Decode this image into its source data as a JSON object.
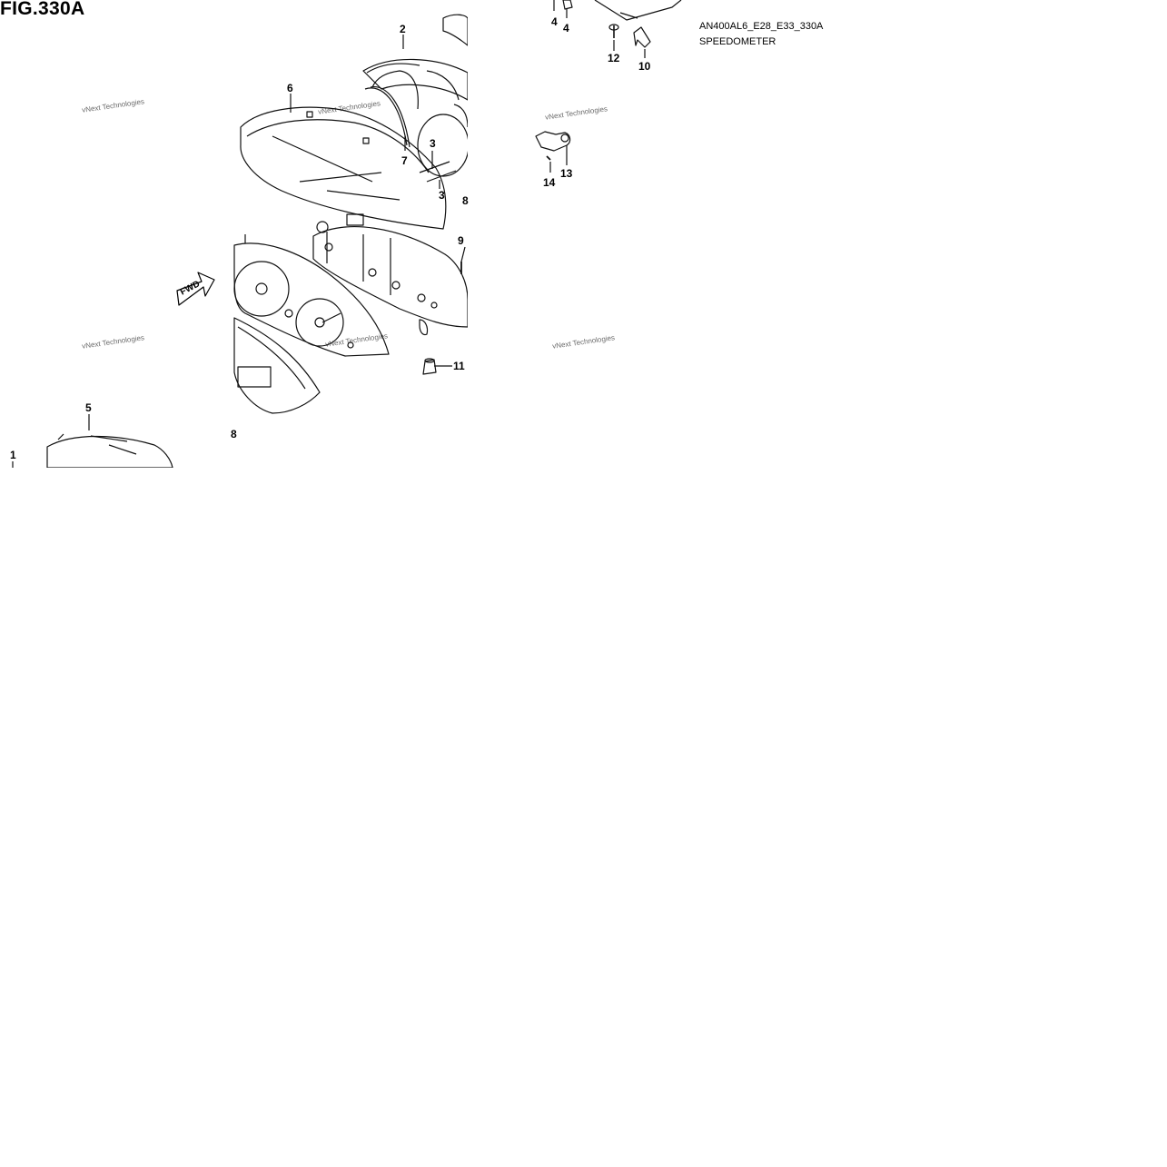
{
  "figure": {
    "title": "FIG.330A",
    "code": "AN400AL6_E28_E33_330A",
    "subtitle": "SPEEDOMETER",
    "direction_arrow": "FWD"
  },
  "callouts": [
    {
      "id": "c1",
      "text": "1"
    },
    {
      "id": "c2",
      "text": "2"
    },
    {
      "id": "c3a",
      "text": "3"
    },
    {
      "id": "c3b",
      "text": "3"
    },
    {
      "id": "c4a",
      "text": "4"
    },
    {
      "id": "c4b",
      "text": "4"
    },
    {
      "id": "c5",
      "text": "5"
    },
    {
      "id": "c6",
      "text": "6"
    },
    {
      "id": "c7",
      "text": "7"
    },
    {
      "id": "c8",
      "text": "8"
    },
    {
      "id": "c8b",
      "text": "8"
    },
    {
      "id": "c9",
      "text": "9"
    },
    {
      "id": "c10",
      "text": "10"
    },
    {
      "id": "c11",
      "text": "11"
    },
    {
      "id": "c12",
      "text": "12"
    },
    {
      "id": "c13",
      "text": "13"
    },
    {
      "id": "c14",
      "text": "14"
    }
  ],
  "watermark": {
    "text": "vNext Technologies"
  }
}
